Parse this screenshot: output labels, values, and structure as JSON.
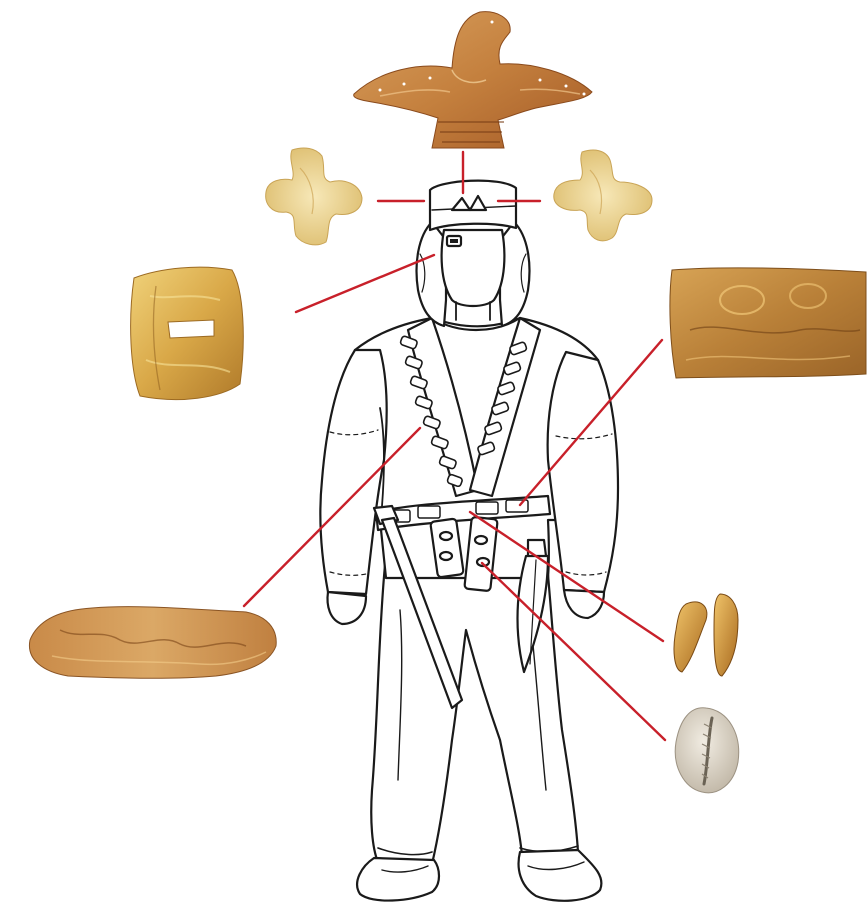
{
  "figure": {
    "palette": {
      "leader": "#c8202a",
      "gold_light": "#f2dfa2",
      "gold_mid": "#d9ad52",
      "gold_dark": "#a8752c",
      "bronze": "#b86a34",
      "shell": "#ddd6c8",
      "outline": "#1a1a1a"
    },
    "items": [
      {
        "name": "eagle-plaque",
        "kind": "gold-bird-appliqué",
        "location": "headdress-top"
      },
      {
        "name": "cross-plaque-left",
        "kind": "gold-cross-appliqué",
        "location": "headdress-left"
      },
      {
        "name": "cross-plaque-right",
        "kind": "gold-cross-appliqué",
        "location": "headdress-right"
      },
      {
        "name": "square-plaque",
        "kind": "gold-plaque-with-slot",
        "location": "temple"
      },
      {
        "name": "belt-plaque",
        "kind": "gold-belt-plate",
        "location": "belt"
      },
      {
        "name": "strip-plaque",
        "kind": "gold-strip",
        "location": "jacket-lapel"
      },
      {
        "name": "tooth-pendant",
        "kind": "animal-teeth",
        "location": "belt-hanger"
      },
      {
        "name": "cowrie-shell",
        "kind": "cowrie",
        "location": "belt-hanger"
      }
    ]
  }
}
